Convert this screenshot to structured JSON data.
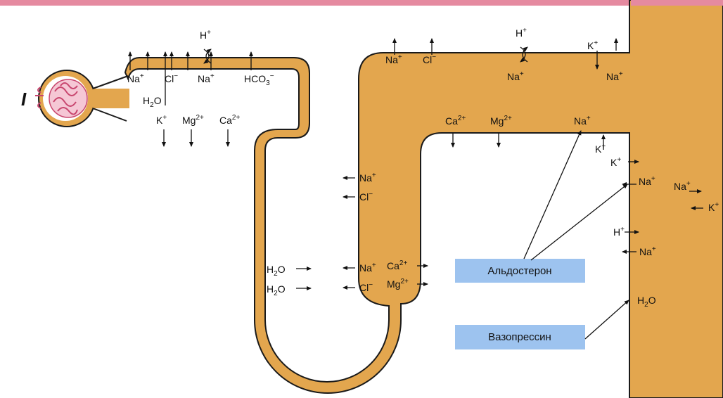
{
  "diagram": {
    "panel_marker": "I",
    "colors": {
      "tubule": "#E3A64E",
      "tubule_stroke": "#1a1a1a",
      "hormone_box": "#9DC3EF",
      "top_band": "#E58AA0",
      "glomerulus": "#C8456E"
    },
    "hormones": {
      "aldosterone": "Альдостерон",
      "vasopressin": "Вазопрессин"
    },
    "ions": {
      "pct_h_plus": {
        "base": "H",
        "sup": "+"
      },
      "pct_na": {
        "base": "Na",
        "sup": "+"
      },
      "pct_cl": {
        "base": "Cl",
        "sup": "−"
      },
      "pct_na_exchange": {
        "base": "Na",
        "sup": "+"
      },
      "pct_hco3": {
        "base": "HCO",
        "sub": "3",
        "sup": "−"
      },
      "pct_h2o": {
        "base": "H",
        "sub": "2",
        "tail": "O"
      },
      "pct_k": {
        "base": "K",
        "sup": "+"
      },
      "pct_mg": {
        "base": "Mg",
        "sup": "2+"
      },
      "pct_ca": {
        "base": "Ca",
        "sup": "2+"
      },
      "desc_h2o_1": {
        "base": "H",
        "sub": "2",
        "tail": "O"
      },
      "desc_h2o_2": {
        "base": "H",
        "sub": "2",
        "tail": "O"
      },
      "asc_na_1": {
        "base": "Na",
        "sup": "+"
      },
      "asc_cl_1": {
        "base": "Cl",
        "sup": "−"
      },
      "asc_ca": {
        "base": "Ca",
        "sup": "2+"
      },
      "asc_mg": {
        "base": "Mg",
        "sup": "2+"
      },
      "asc_na_2": {
        "base": "Na",
        "sup": "+"
      },
      "asc_cl_2": {
        "base": "Cl",
        "sup": "−"
      },
      "dct_na": {
        "base": "Na",
        "sup": "+"
      },
      "dct_cl": {
        "base": "Cl",
        "sup": "−"
      },
      "dct_h_plus": {
        "base": "H",
        "sup": "+"
      },
      "dct_na_exchange": {
        "base": "Na",
        "sup": "+"
      },
      "dct_k": {
        "base": "K",
        "sup": "+"
      },
      "dct_na_2": {
        "base": "Na",
        "sup": "+"
      },
      "dct_ca": {
        "base": "Ca",
        "sup": "2+"
      },
      "dct_mg": {
        "base": "Mg",
        "sup": "2+"
      },
      "cd_na_top": {
        "base": "Na",
        "sup": "+"
      },
      "cd_k_top": {
        "base": "K",
        "sup": "+"
      },
      "cd_k_1": {
        "base": "K",
        "sup": "+"
      },
      "cd_na_1": {
        "base": "Na",
        "sup": "+"
      },
      "cd_h_plus": {
        "base": "H",
        "sup": "+"
      },
      "cd_na_2": {
        "base": "Na",
        "sup": "+"
      },
      "cd_h2o": {
        "base": "H",
        "sub": "2",
        "tail": "O"
      },
      "cd_na_right": {
        "base": "Na",
        "sup": "+"
      },
      "cd_k_right": {
        "base": "K",
        "sup": "+"
      }
    }
  }
}
